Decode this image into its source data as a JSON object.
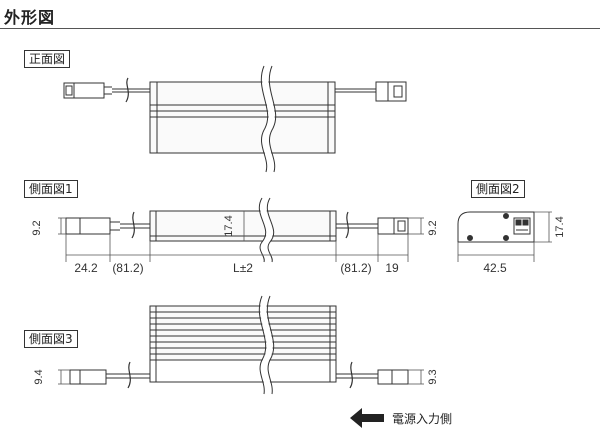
{
  "title": "外形図",
  "views": {
    "front": "正面図",
    "side1": "側面図1",
    "side2": "側面図2",
    "side3": "側面図3"
  },
  "dims": {
    "s1_left_height": "9.2",
    "s1_body_height": "17.4",
    "s1_right_height": "9.2",
    "s1_left_len": "24.2",
    "s1_left_cable": "(81.2)",
    "s1_body_len": "L±2",
    "s1_right_cable": "(81.2)",
    "s1_right_len": "19",
    "s2_height": "17.4",
    "s2_width": "42.5",
    "s3_left_height": "9.4",
    "s3_right_height": "9.3"
  },
  "legend": {
    "label": "電源入力側",
    "icon": "arrow-left-icon"
  }
}
